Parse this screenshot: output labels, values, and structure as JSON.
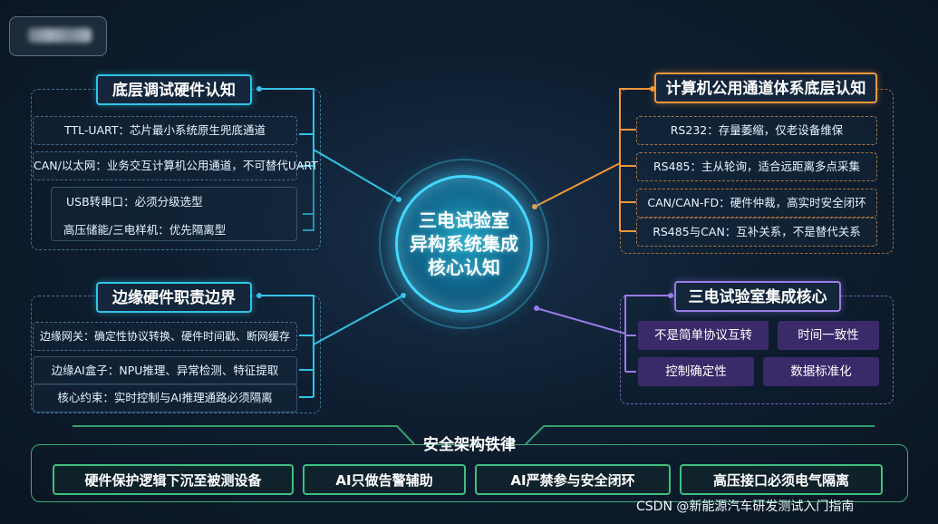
{
  "hub": {
    "label": "三电试验室\n异构系统集成\n核心认知"
  },
  "left_top": {
    "title": "底层调试硬件认知",
    "items": [
      "TTL-UART：芯片最小系统原生兜底通道",
      "CAN/以太网：业务交互计算机公用通道，不可替代UART",
      "USB转串口：必须分级选型",
      "高压储能/三电样机：优先隔离型"
    ]
  },
  "left_bottom": {
    "title": "边缘硬件职责边界",
    "items": [
      "边缘网关：确定性协议转换、硬件时间戳、断网缓存",
      "边缘AI盒子：NPU推理、异常检测、特征提取",
      "核心约束：实时控制与AI推理通路必须隔离"
    ]
  },
  "right_top": {
    "title": "计算机公用通道体系底层认知",
    "items": [
      "RS232：存量萎缩，仅老设备维保",
      "RS485：主从轮询，适合远距离多点采集",
      "CAN/CAN-FD：硬件仲裁，高实时安全闭环",
      "RS485与CAN：互补关系，不是替代关系"
    ]
  },
  "right_bottom": {
    "title": "三电试验室集成核心",
    "items": [
      "不是简单协议互转",
      "时间一致性",
      "控制确定性",
      "数据标准化"
    ]
  },
  "bottom": {
    "title": "安全架构铁律",
    "items": [
      "硬件保护逻辑下沉至被测设备",
      "AI只做告警辅助",
      "AI严禁参与安全闭环",
      "高压接口必须电气隔离"
    ]
  },
  "watermark": "CSDN @新能源汽车研发测试入门指南",
  "colors": {
    "cyan": "#2fc4e6",
    "orange": "#f0973a",
    "purple": "#9a7be6",
    "green": "#3fbf7f"
  }
}
